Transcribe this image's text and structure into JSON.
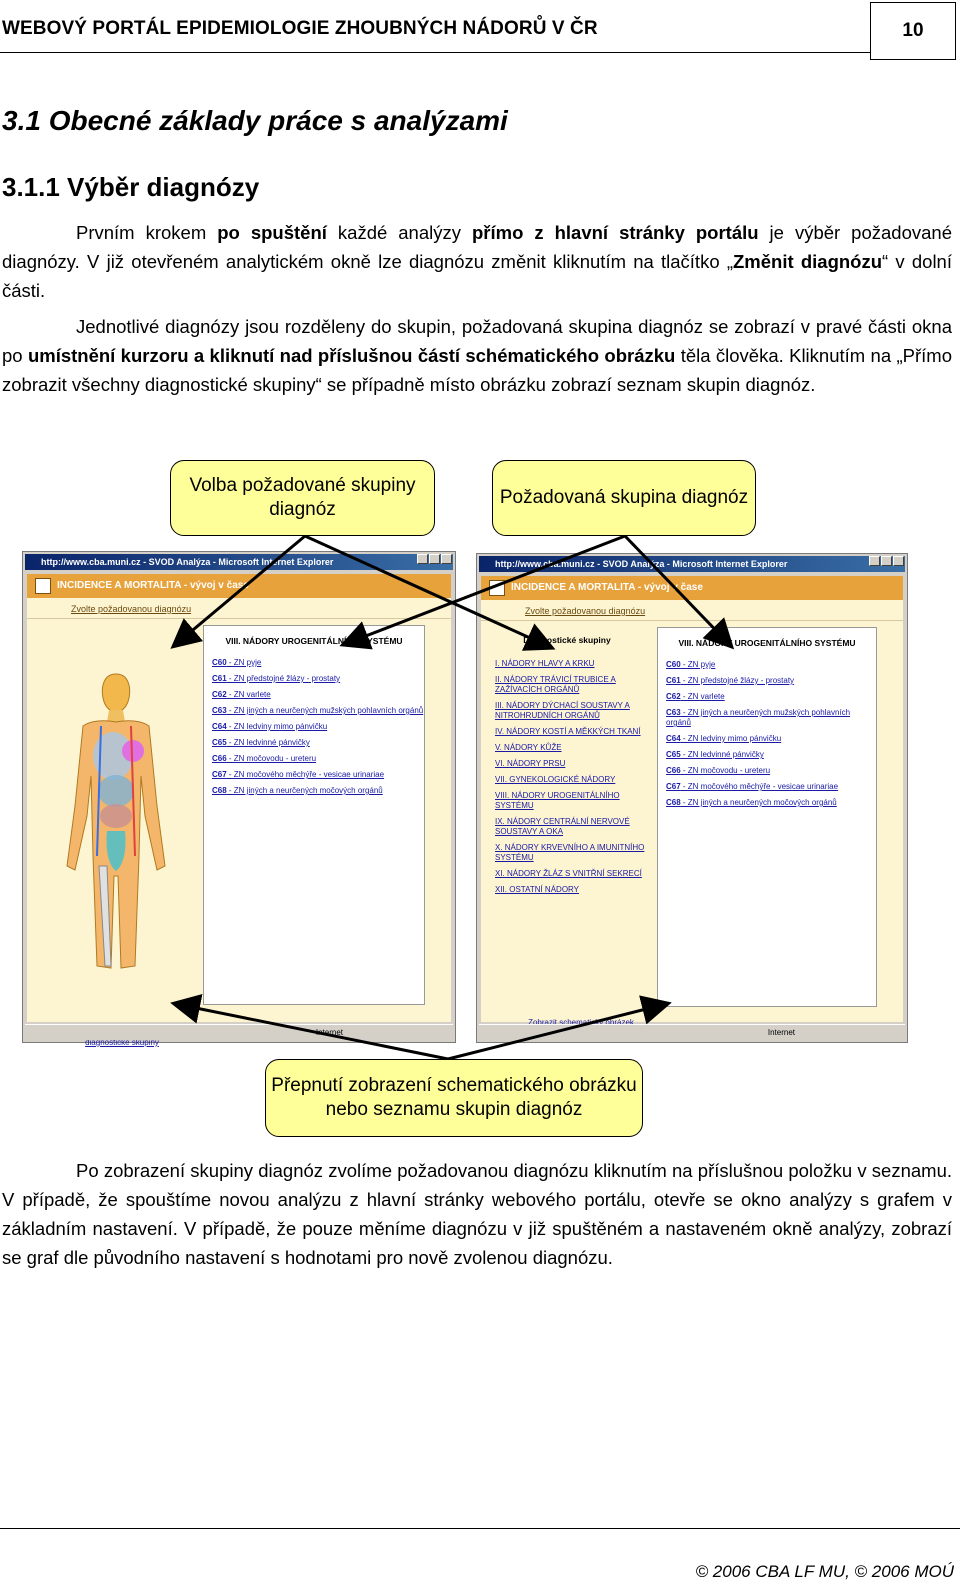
{
  "header": {
    "title": "WEBOVÝ PORTÁL EPIDEMIOLOGIE ZHOUBNÝCH NÁDORŮ V ČR",
    "page_number": "10"
  },
  "section": {
    "heading": "3.1 Obecné základy práce s analýzami",
    "subheading": "3.1.1 Výběr diagnózy"
  },
  "paragraph1": {
    "t1": "Prvním krokem ",
    "b1": "po spuštění",
    "t2": " každé analýzy ",
    "b2": "přímo z hlavní stránky portálu",
    "t3": " je výběr požadované diagnózy. V již otevřeném analytickém okně lze diagnózu změnit kliknutím na tlačítko „",
    "b3": "Změnit diagnózu",
    "t4": "“ v dolní části."
  },
  "paragraph2": {
    "t1": "Jednotlivé diagnózy jsou rozděleny do skupin, požadovaná skupina diagnóz se zobrazí v pravé části okna po ",
    "b1": "umístnění kurzoru a kliknutí nad příslušnou částí schématického obrázku",
    "t2": " těla člověka. Kliknutím na „Přímo zobrazit všechny diagnostické skupiny“ se případně místo obrázku zobrazí seznam skupin diagnóz."
  },
  "callouts": {
    "select_group": "Volba požadované skupiny diagnóz",
    "required_group": "Požadovaná skupina diagnóz",
    "toggle": "Přepnutí zobrazení schematického obrázku nebo seznamu skupin diagnóz"
  },
  "window": {
    "title": "http://www.cba.muni.cz - SVOD Analýza - Microsoft Internet Explorer",
    "app_title": "INCIDENCE A MORTALITA - vývoj v čase",
    "choose_label": "Zvolte požadovanou diagnózu",
    "status_zone": "Internet"
  },
  "left_window": {
    "panel_title": "VIII. NÁDORY UROGENITÁLNÍHO SYSTÉMU",
    "bottom_link": "Přímo zobrazit všechny diagnostické skupiny"
  },
  "right_window": {
    "groups_title": "Diagnostické skupiny",
    "groups": [
      "I. NÁDORY HLAVY A KRKU",
      "II. NÁDORY TRÁVICÍ TRUBICE A ZAŽÍVACÍCH ORGÁNŮ",
      "III. NÁDORY DÝCHACÍ SOUSTAVY A NITROHRUDNÍCH ORGÁNŮ",
      "IV. NÁDORY KOSTÍ A MĚKKÝCH TKANÍ",
      "V. NÁDORY KŮŽE",
      "VI. NÁDORY PRSU",
      "VII. GYNEKOLOGICKÉ NÁDORY",
      "VIII. NÁDORY UROGENITÁLNÍHO SYSTÉMU",
      "IX. NÁDORY CENTRÁLNÍ NERVOVÉ SOUSTAVY A OKA",
      "X. NÁDORY KRVEVNÍHO A IMUNITNÍHO SYSTÉMU",
      "XI. NÁDORY ŽLÁZ S VNITŘNÍ SEKRECÍ",
      "XII. OSTATNÍ NÁDORY"
    ],
    "panel_title": "VIII. NÁDORY UROGENITÁLNÍHO SYSTÉMU",
    "bottom_link": "Zobrazit schematický obrázek"
  },
  "diagnoses": [
    {
      "code": "C60",
      "name": " - ZN pyje"
    },
    {
      "code": "C61",
      "name": " - ZN předstojné žlázy - prostaty"
    },
    {
      "code": "C62",
      "name": " - ZN varlete"
    },
    {
      "code": "C63",
      "name": " - ZN jiných a neurčených mužských pohlavních orgánů"
    },
    {
      "code": "C64",
      "name": " - ZN ledviny mimo pánvičku"
    },
    {
      "code": "C65",
      "name": " - ZN ledvinné pánvičky"
    },
    {
      "code": "C66",
      "name": " - ZN močovodu - ureteru"
    },
    {
      "code": "C67",
      "name": " - ZN močového měchýře - vesicae urinariae"
    },
    {
      "code": "C68",
      "name": " - ZN jiných a neurčených močových orgánů"
    }
  ],
  "paragraph3": {
    "text": "Po zobrazení skupiny diagnóz zvolíme požadovanou diagnózu kliknutím na příslušnou položku v seznamu. V případě, že spouštíme novou analýzu z hlavní stránky webového portálu, otevře se okno analýzy s grafem v základním nastavení. V případě, že pouze měníme diagnózu v již spuštěném a nastaveném okně analýzy, zobrazí se graf dle původního nastavení s hodnotami pro nově zvolenou diagnózu."
  },
  "footer": {
    "copyright": "© 2006 CBA LF MU, © 2006 MOÚ"
  },
  "colors": {
    "callout_fill": "#ffff99",
    "app_bar": "#e8a23c",
    "link": "#1a1aa6"
  }
}
